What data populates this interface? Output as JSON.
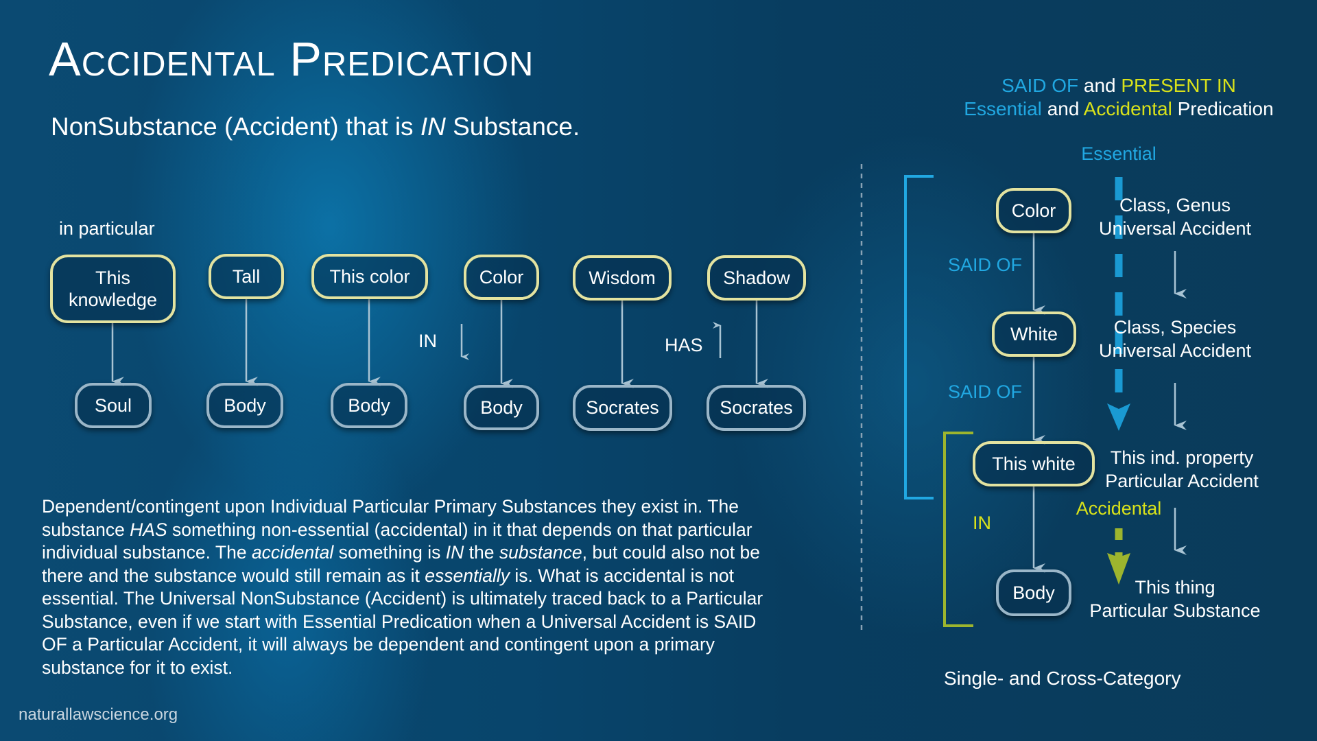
{
  "title": "Accidental Predication",
  "subtitle": {
    "before": "NonSubstance (Accident) that is ",
    "italic": "IN",
    "after": " Substance."
  },
  "left_diagram": {
    "caption": "in particular",
    "in_label": "IN",
    "has_label": "HAS",
    "pairs": [
      {
        "top": "This knowledge",
        "bottom": "Soul"
      },
      {
        "top": "Tall",
        "bottom": "Body"
      },
      {
        "top": "This color",
        "bottom": "Body"
      },
      {
        "top": "Color",
        "bottom": "Body"
      },
      {
        "top": "Wisdom",
        "bottom": "Socrates"
      },
      {
        "top": "Shadow",
        "bottom": "Socrates"
      }
    ]
  },
  "paragraph": [
    [
      {
        "t": "Dependent/contingent upon Individual Particular Primary Substances they exist in. The"
      }
    ],
    [
      {
        "t": "substance "
      },
      {
        "t": "HAS",
        "i": true
      },
      {
        "t": " something non-essential (accidental) in it that depends on that particular"
      }
    ],
    [
      {
        "t": "individual substance. The "
      },
      {
        "t": "accidental",
        "i": true
      },
      {
        "t": " something is "
      },
      {
        "t": "IN",
        "i": true
      },
      {
        "t": " the "
      },
      {
        "t": "substance",
        "i": true
      },
      {
        "t": ", but could also not be"
      }
    ],
    [
      {
        "t": "there and the substance would still remain as it "
      },
      {
        "t": "essentially",
        "i": true
      },
      {
        "t": " is. What is accidental is not"
      }
    ],
    [
      {
        "t": "essential. The Universal NonSubstance (Accident) is ultimately traced back to a Particular"
      }
    ],
    [
      {
        "t": "Substance, even if we start with Essential Predication when a Universal Accident is SAID"
      }
    ],
    [
      {
        "t": "OF a Particular Accident, it will always be dependent and contingent upon a primary"
      }
    ],
    [
      {
        "t": "substance for it to exist."
      }
    ]
  ],
  "footer": "naturallawscience.org",
  "right_diagram": {
    "header_line1": {
      "a": "SAID OF",
      "b": " and ",
      "c": "PRESENT IN"
    },
    "header_line2": {
      "a": "Essential",
      "b": " and ",
      "c": "Accidental",
      "d": " Predication"
    },
    "essential_label": "Essential",
    "accidental_label": "Accidental",
    "said_of_1": "SAID OF",
    "said_of_2": "SAID OF",
    "in_label": "IN",
    "nodes": [
      "Color",
      "White",
      "This white",
      "Body"
    ],
    "descriptions": [
      {
        "l1": "Class, Genus",
        "l2": "Universal Accident"
      },
      {
        "l1": "Class, Species",
        "l2": "Universal Accident"
      },
      {
        "l1": "This ind. property",
        "l2": "Particular Accident"
      },
      {
        "l1": "This thing",
        "l2": "Particular Substance"
      }
    ],
    "footnote": "Single- and Cross-Category"
  },
  "colors": {
    "essential": "#21a8e2",
    "accidental": "#d9e21a",
    "box_border": "#e3e3a0",
    "substance_border": "#9ab6c8",
    "arrow": "#a9c4d4"
  }
}
